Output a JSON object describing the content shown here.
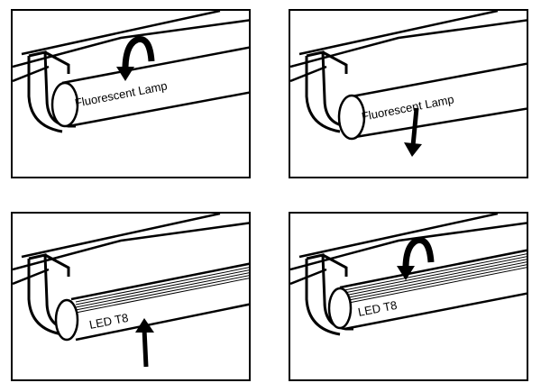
{
  "panels": [
    {
      "id": "remove-rotate",
      "tube_label": "Fluorescent Lamp"
    },
    {
      "id": "remove-pull",
      "tube_label": "Fluorescent Lamp"
    },
    {
      "id": "install-insert",
      "tube_label": "LED T8"
    },
    {
      "id": "install-rotate",
      "tube_label": "LED T8"
    }
  ],
  "icons": {
    "rotate": "rotate-arrow-icon",
    "down": "arrow-down-icon",
    "up": "arrow-up-icon"
  },
  "colors": {
    "line": "#000000",
    "background": "#ffffff"
  }
}
